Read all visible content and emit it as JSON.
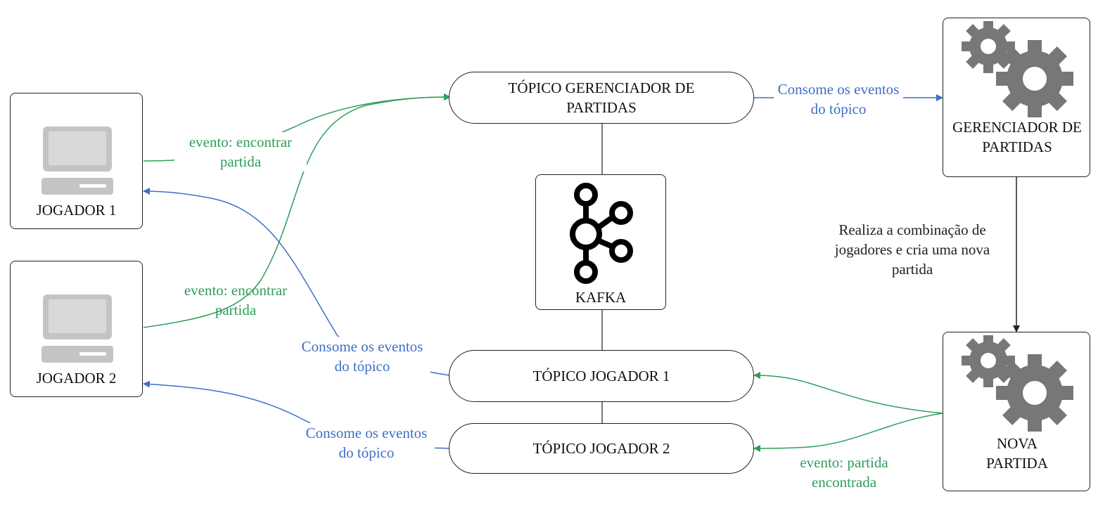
{
  "nodes": {
    "jogador1": {
      "label": "JOGADOR 1",
      "icon": "computer-icon"
    },
    "jogador2": {
      "label": "JOGADOR 2",
      "icon": "computer-icon"
    },
    "topico_gerenciador": {
      "label": "TÓPICO GERENCIADOR DE PARTIDAS"
    },
    "kafka": {
      "label": "KAFKA",
      "icon": "kafka-logo-icon"
    },
    "topico_jogador1": {
      "label": "TÓPICO JOGADOR 1"
    },
    "topico_jogador2": {
      "label": "TÓPICO JOGADOR 2"
    },
    "gerenciador": {
      "label": "GERENCIADOR DE PARTIDAS",
      "icon": "gears-icon"
    },
    "nova_partida": {
      "label": "NOVA PARTIDA",
      "icon": "gears-icon"
    }
  },
  "edges": {
    "j1_to_topico": "evento: encontrar partida",
    "j2_to_topico": "evento: encontrar partida",
    "topico_to_gerenciador": "Consome os eventos do tópico",
    "gerenciador_to_nova": "Realiza a combinação de jogadores e cria uma nova partida",
    "topico1_to_j1": "Consome os eventos do tópico",
    "topico2_to_j2": "Consome os eventos do tópico",
    "nova_to_topicos": "evento: partida encontrada"
  },
  "colors": {
    "green": "#2e9e5b",
    "blue": "#3f6fc6",
    "dark": "#222222",
    "icon_gray": "#777777"
  }
}
